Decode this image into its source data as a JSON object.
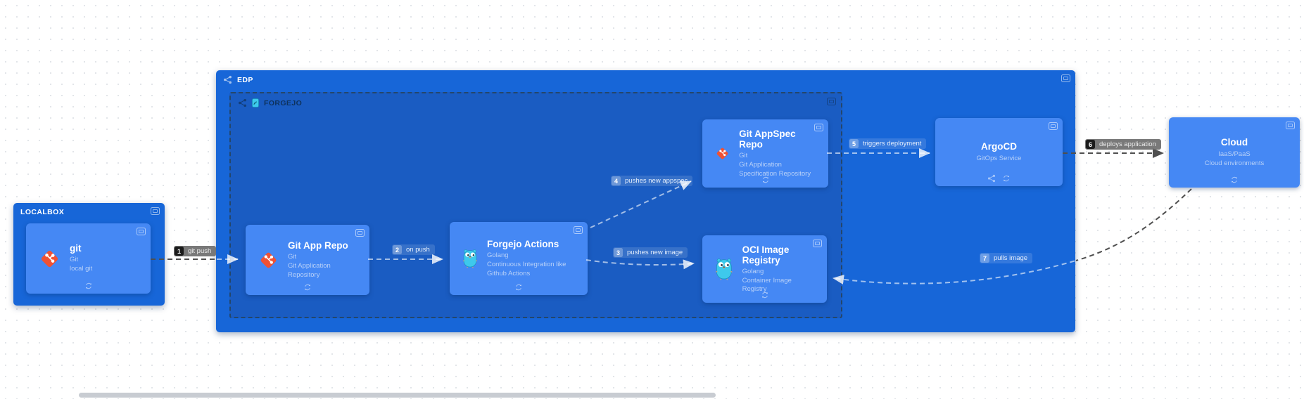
{
  "containers": {
    "localbox": {
      "label": "LOCALBOX"
    },
    "edp": {
      "label": "EDP"
    },
    "forgejo": {
      "label": "FORGEJO"
    }
  },
  "nodes": {
    "git": {
      "title": "git",
      "subtitle": "Git",
      "description": "local git",
      "icon": "git-logo"
    },
    "git_app_repo": {
      "title": "Git App Repo",
      "subtitle": "Git",
      "description": "Git Application Repository",
      "icon": "git-logo"
    },
    "forgejo_actions": {
      "title": "Forgejo Actions",
      "subtitle": "Golang",
      "description": "Continuous Integration like Github Actions",
      "icon": "gopher"
    },
    "git_appspec_repo": {
      "title": "Git AppSpec Repo",
      "subtitle": "Git",
      "description": "Git Application Specification Repository",
      "icon": "git-logo"
    },
    "oci_image_registry": {
      "title": "OCI Image Registry",
      "subtitle": "Golang",
      "description": "Container Image Registry",
      "icon": "gopher"
    },
    "argocd": {
      "title": "ArgoCD",
      "subtitle": "GitOps Service"
    },
    "cloud": {
      "title": "Cloud",
      "subtitle": "IaaS/PaaS",
      "description": "Cloud environments"
    }
  },
  "edges": [
    {
      "num": "1",
      "label": "git push"
    },
    {
      "num": "2",
      "label": "on push"
    },
    {
      "num": "3",
      "label": "pushes new image"
    },
    {
      "num": "4",
      "label": "pushes new appspec"
    },
    {
      "num": "5",
      "label": "triggers deployment"
    },
    {
      "num": "6",
      "label": "deploys application"
    },
    {
      "num": "7",
      "label": "pulls image"
    }
  ],
  "colors": {
    "container_blue": "#1766d8",
    "forgejo_overlay_blue": "#1a5cc2",
    "node_blue": "#4588f4",
    "git_red": "#f05133",
    "gopher_cyan": "#3ec9ec",
    "edge_dark": "#4f4f4f",
    "edge_light": "#d7e5fa",
    "muted_text": "#b7d0f8"
  }
}
